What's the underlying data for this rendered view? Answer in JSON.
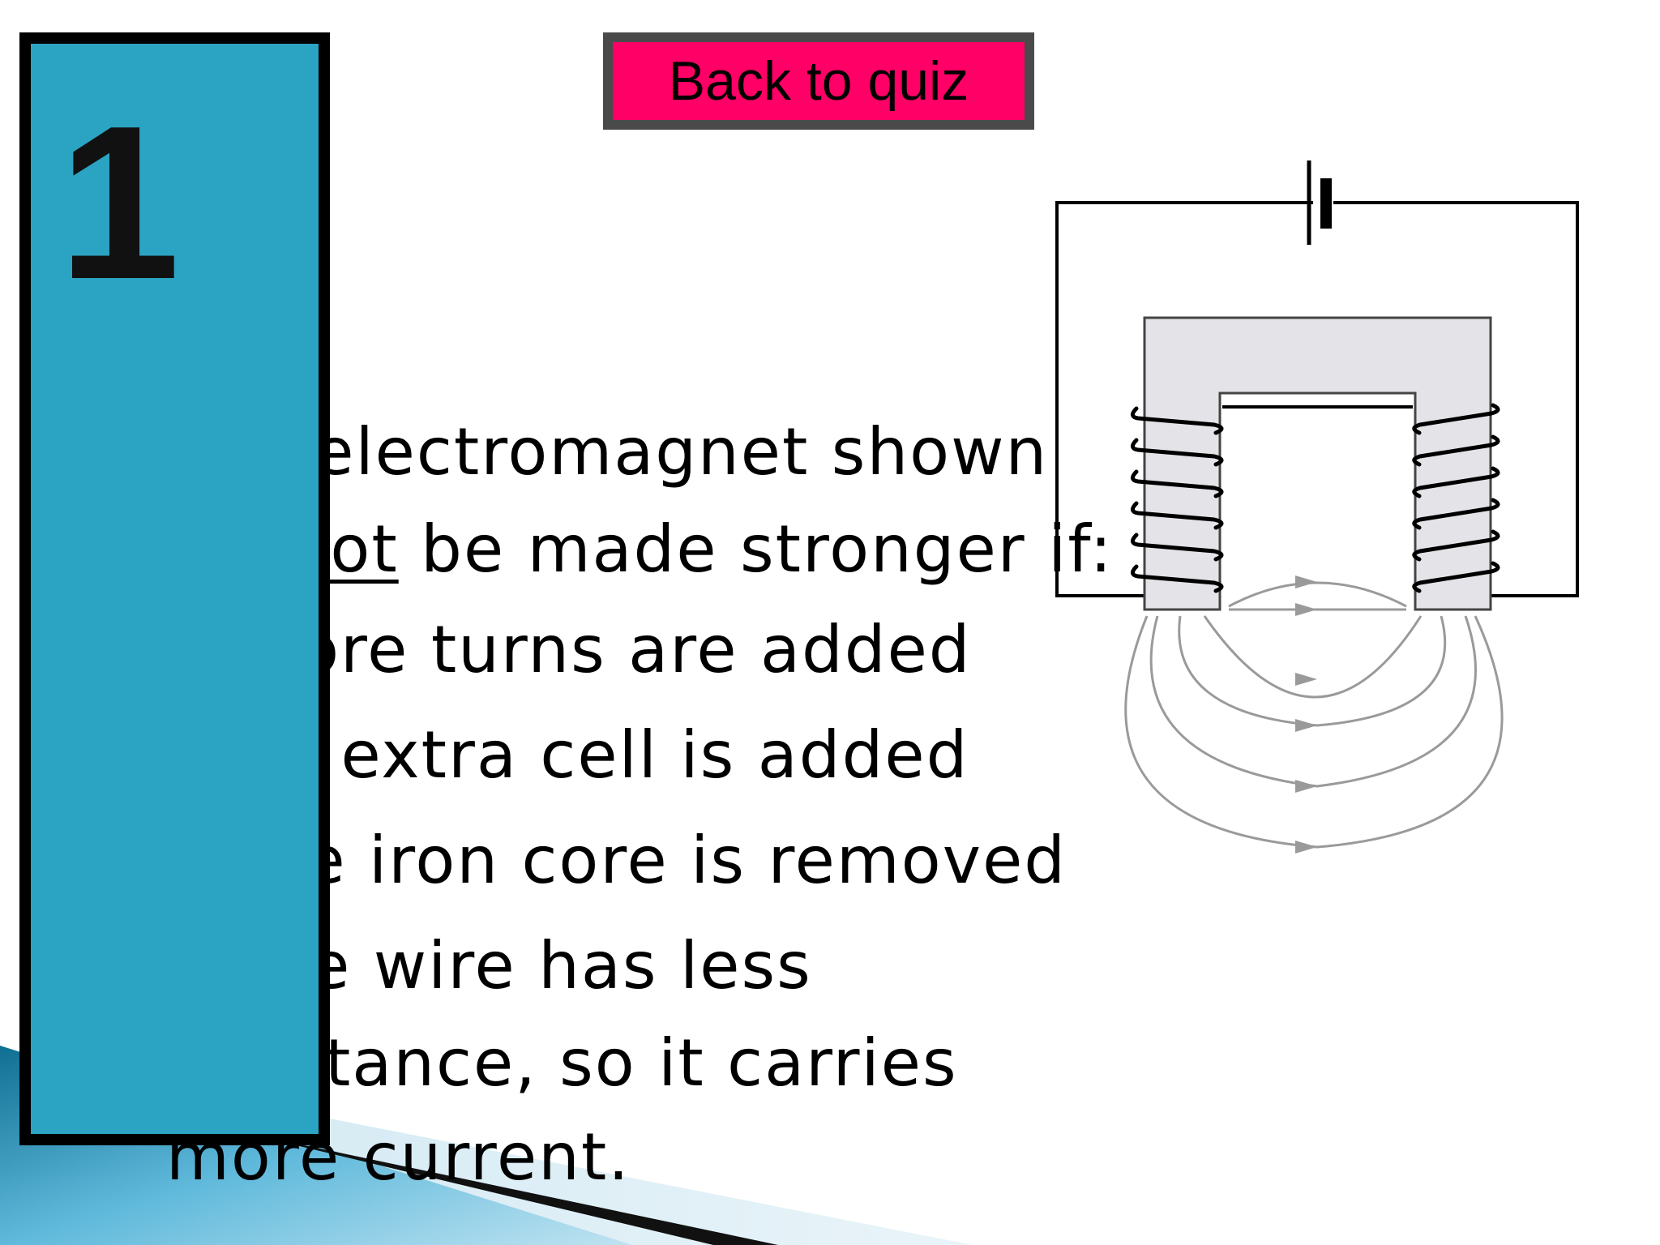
{
  "colors": {
    "panel": "#2ba3c2",
    "panel_border": "#000000",
    "button_fill": "#ff0066",
    "button_border": "#4a4a4a",
    "core_fill": "#e4e3e8",
    "field_lines": "#9a9a9a"
  },
  "panel": {
    "number": "1"
  },
  "nav": {
    "back_label": "Back to quiz"
  },
  "question": {
    "line1": "The electromagnet shown",
    "line2_underlined": "cannot",
    "line2_rest": " be made stronger if:",
    "option_a": "A  more turns are added",
    "option_b": "B  an extra cell is added",
    "option_c": "C  the iron core is removed",
    "option_d_line1": "D  the wire has less",
    "option_d_line2": "resistance, so it carries",
    "option_d_line3": "more current."
  },
  "diagram": {
    "icons": [
      "battery-cell-icon",
      "iron-core-icon",
      "coil-icon",
      "magnetic-field-line-icon"
    ]
  }
}
